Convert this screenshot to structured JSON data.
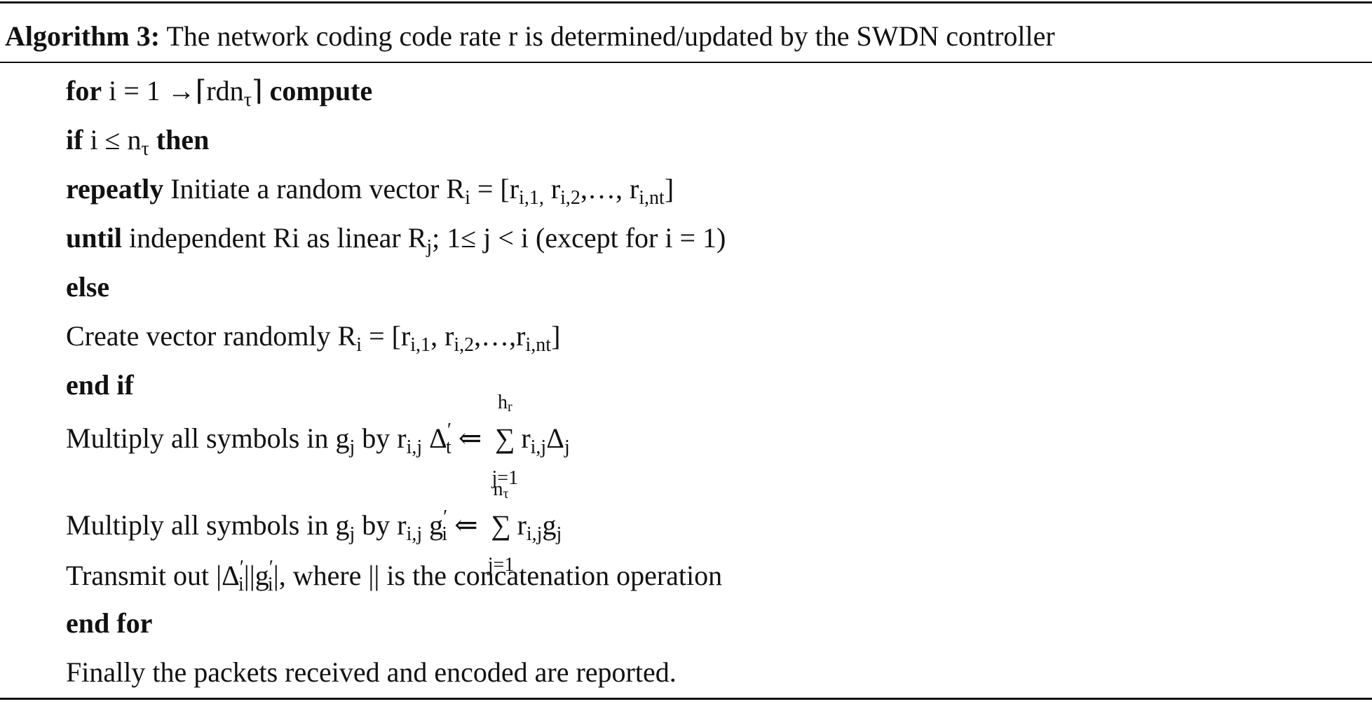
{
  "algorithm": {
    "label": "Algorithm 3:",
    "title": "The network coding code rate r is determined/updated by the SWDN controller",
    "lines": {
      "l1": {
        "kw_start": "for",
        "text_a": "i = 1 →⌈rdn",
        "sub_a": "τ",
        "text_b": "⌉",
        "kw_end": "compute"
      },
      "l2": {
        "kw_start": "if",
        "text_a": "i ≤ n",
        "sub_a": "τ",
        "kw_end": "then"
      },
      "l3": {
        "kw_start": "repeatly",
        "text_a": "Initiate a random vector R",
        "sub_a": "i",
        "text_b": " = [r",
        "sub_b": "i,1,",
        "text_c": " r",
        "sub_c": "i,2",
        "text_d": ",…, r",
        "sub_d": "i,nt",
        "text_e": "]"
      },
      "l4": {
        "kw_start": "until",
        "text_a": "independent Ri as linear R",
        "sub_a": "j",
        "text_b": "; 1≤ j < i (except for i = 1)"
      },
      "l5": {
        "kw_start": "else"
      },
      "l6": {
        "text_a": "Create vector randomly R",
        "sub_a": "i",
        "text_b": " = [r",
        "sub_b": "i,1",
        "text_c": ", r",
        "sub_c": "i,2",
        "text_d": ",…,r",
        "sub_d": "i,nt",
        "text_e": "]"
      },
      "l7": {
        "kw_start": "end if"
      },
      "l8": {
        "text_a": "Multiply all symbols in g",
        "sub_a": "j",
        "text_b": " by r",
        "sub_b": "i,j",
        "text_c": " Δ",
        "sup_c": "′",
        "sub_c": "t",
        "text_d": " ⇐",
        "sum_upper": "h",
        "sum_upper_sub": "r",
        "sum_symbol": "∑",
        "sum_lower": "j=1",
        "text_e": "r",
        "sub_e": "i,j",
        "text_f": "Δ",
        "sub_f": "j"
      },
      "l9": {
        "text_a": "Multiply all symbols in g",
        "sub_a": "j",
        "text_b": " by r",
        "sub_b": "i,j",
        "text_c": " g",
        "sup_c": "′",
        "sub_c": "i",
        "text_d": " ⇐",
        "sum_upper": "n",
        "sum_upper_sub": "τ",
        "sum_symbol": "∑",
        "sum_lower": "j=1",
        "text_e": "r",
        "sub_e": "i,j",
        "text_f": "g",
        "sub_f": "j"
      },
      "l10": {
        "text_a": "Transmit out |Δ",
        "sup_a": "′",
        "sub_a": "i",
        "text_b": "||g",
        "sup_b": "′",
        "sub_b": "i",
        "text_c": "|,  where || is the concatenation operation"
      },
      "l11": {
        "kw_start": "end for"
      },
      "l12": {
        "text_a": "Finally the packets received and encoded are reported."
      }
    }
  }
}
